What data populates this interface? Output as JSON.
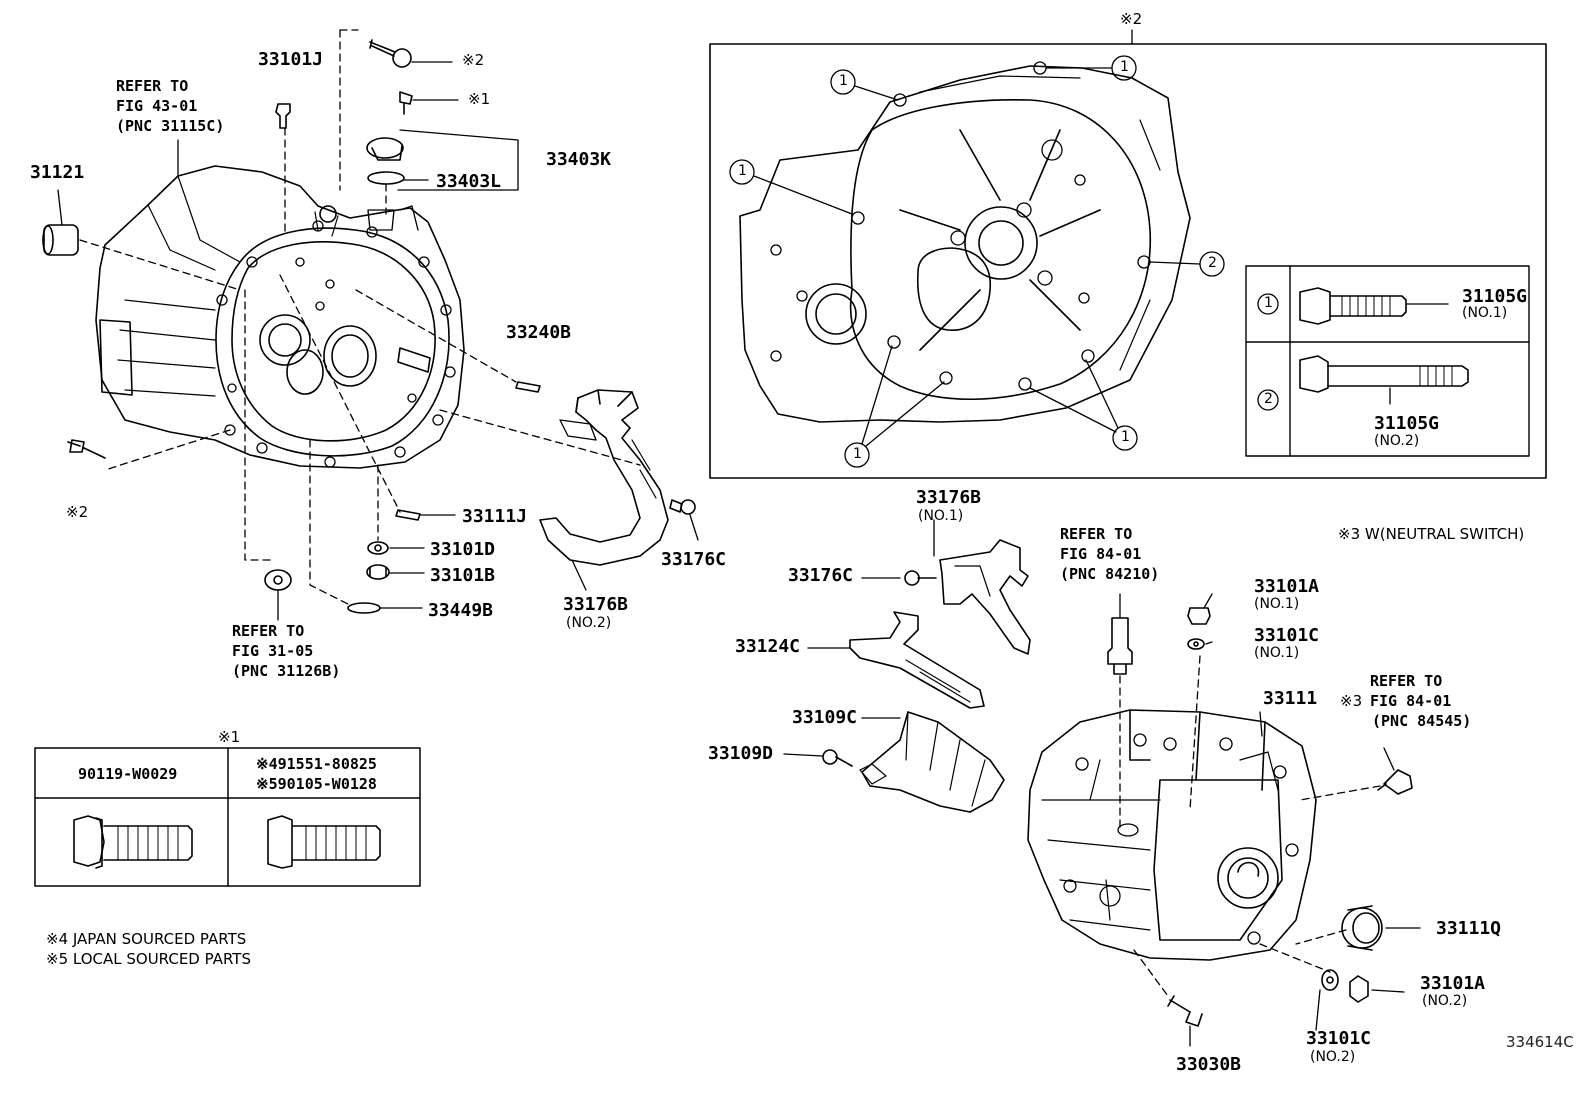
{
  "refers": {
    "r1": {
      "l1": "REFER TO",
      "l2": "FIG 43-01",
      "l3": "(PNC 31115C)"
    },
    "r2": {
      "l1": "REFER TO",
      "l2": "FIG 31-05",
      "l3": "(PNC 31126B)"
    },
    "r3": {
      "l1": "REFER TO",
      "l2": "FIG 84-01",
      "l3": "(PNC 84210)"
    },
    "r4": {
      "l1": "REFER TO",
      "l2": "FIG 84-01",
      "l3": "(PNC 84545)"
    }
  },
  "marks": {
    "m1": "※1",
    "m2": "※2",
    "m3": "※3"
  },
  "parts": {
    "p33101J": "33101J",
    "p31121": "31121",
    "p33403K": "33403K",
    "p33403L": "33403L",
    "p33240B": "33240B",
    "p33111J": "33111J",
    "p33101D": "33101D",
    "p33101B": "33101B",
    "p33449B": "33449B",
    "p33176B_no2": "33176B",
    "p33176C_a": "33176C",
    "p33176B_no1": "33176B",
    "p33176C_b": "33176C",
    "p33124C": "33124C",
    "p33109C": "33109C",
    "p33109D": "33109D",
    "p33101A_no1": "33101A",
    "p33101C_no1": "33101C",
    "p33111": "33111",
    "p33111Q": "33111Q",
    "p33101A_no2": "33101A",
    "p33101C_no2": "33101C",
    "p33030B": "33030B",
    "p31105G_no1": "31105G",
    "p31105G_no2": "31105G"
  },
  "subs": {
    "no1": "(NO.1)",
    "no2": "(NO.2)"
  },
  "circles": {
    "c1": "1",
    "c2": "2"
  },
  "neutral_switch": "※3 W(NEUTRAL SWITCH)",
  "table1": {
    "mark": "※1",
    "col1": "90119-W0029",
    "col2a": "※491551-80825",
    "col2b": "※590105-W0128"
  },
  "notes": {
    "n4": "※4 JAPAN SOURCED PARTS",
    "n5": "※5 LOCAL SOURCED PARTS"
  },
  "figure_code": "334614C"
}
